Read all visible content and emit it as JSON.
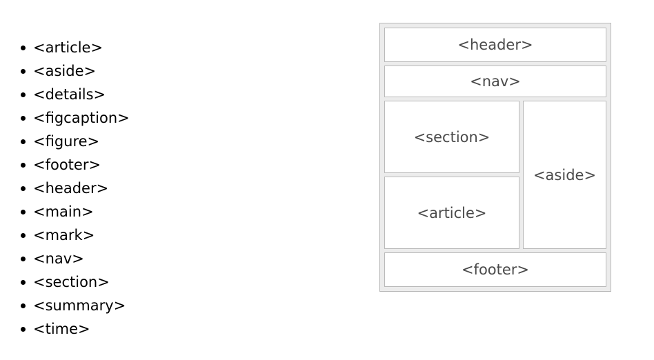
{
  "elements_list": {
    "items": [
      {
        "label": "<article>"
      },
      {
        "label": "<aside>"
      },
      {
        "label": "<details>"
      },
      {
        "label": "<figcaption>"
      },
      {
        "label": "<figure>"
      },
      {
        "label": "<footer>"
      },
      {
        "label": "<header>"
      },
      {
        "label": "<main>"
      },
      {
        "label": "<mark>"
      },
      {
        "label": "<nav>"
      },
      {
        "label": "<section>"
      },
      {
        "label": "<summary>"
      },
      {
        "label": "<time>"
      }
    ]
  },
  "diagram": {
    "header": "<header>",
    "nav": "<nav>",
    "section": "<section>",
    "article": "<article>",
    "aside": "<aside>",
    "footer": "<footer>"
  },
  "colors": {
    "list_text": "#000000",
    "diagram_text": "#4a4a4a",
    "diagram_background": "#ececec",
    "box_background": "#ffffff",
    "box_border": "#b9b9b9",
    "outer_border": "#b6b6b6",
    "page_background": "#ffffff"
  }
}
